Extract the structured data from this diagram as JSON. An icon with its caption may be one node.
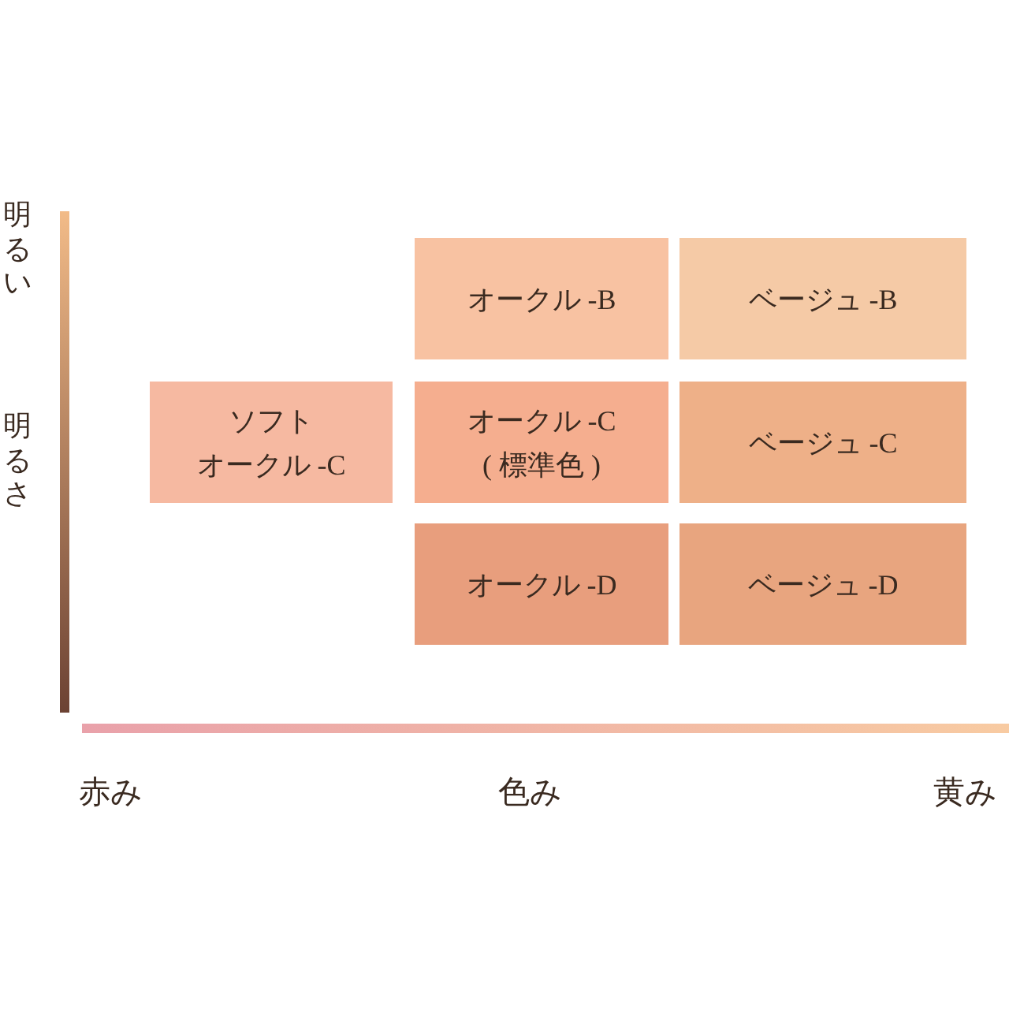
{
  "diagram": {
    "nodes": [
      {
        "text": [
          "オークル -B"
        ]
      },
      {
        "text": [
          "ベージュ -B"
        ]
      },
      {
        "text": [
          "ソフト",
          "オークル -C"
        ]
      },
      {
        "text": [
          "オークル -C",
          "( 標準色 )"
        ]
      },
      {
        "text": [
          "ベージュ -C"
        ]
      },
      {
        "text": [
          "オークル -D"
        ]
      },
      {
        "text": [
          "ベージュ -D"
        ]
      }
    ],
    "labels": [
      "明るい",
      "明るさ",
      "赤み",
      "色み",
      "黄み"
    ]
  }
}
